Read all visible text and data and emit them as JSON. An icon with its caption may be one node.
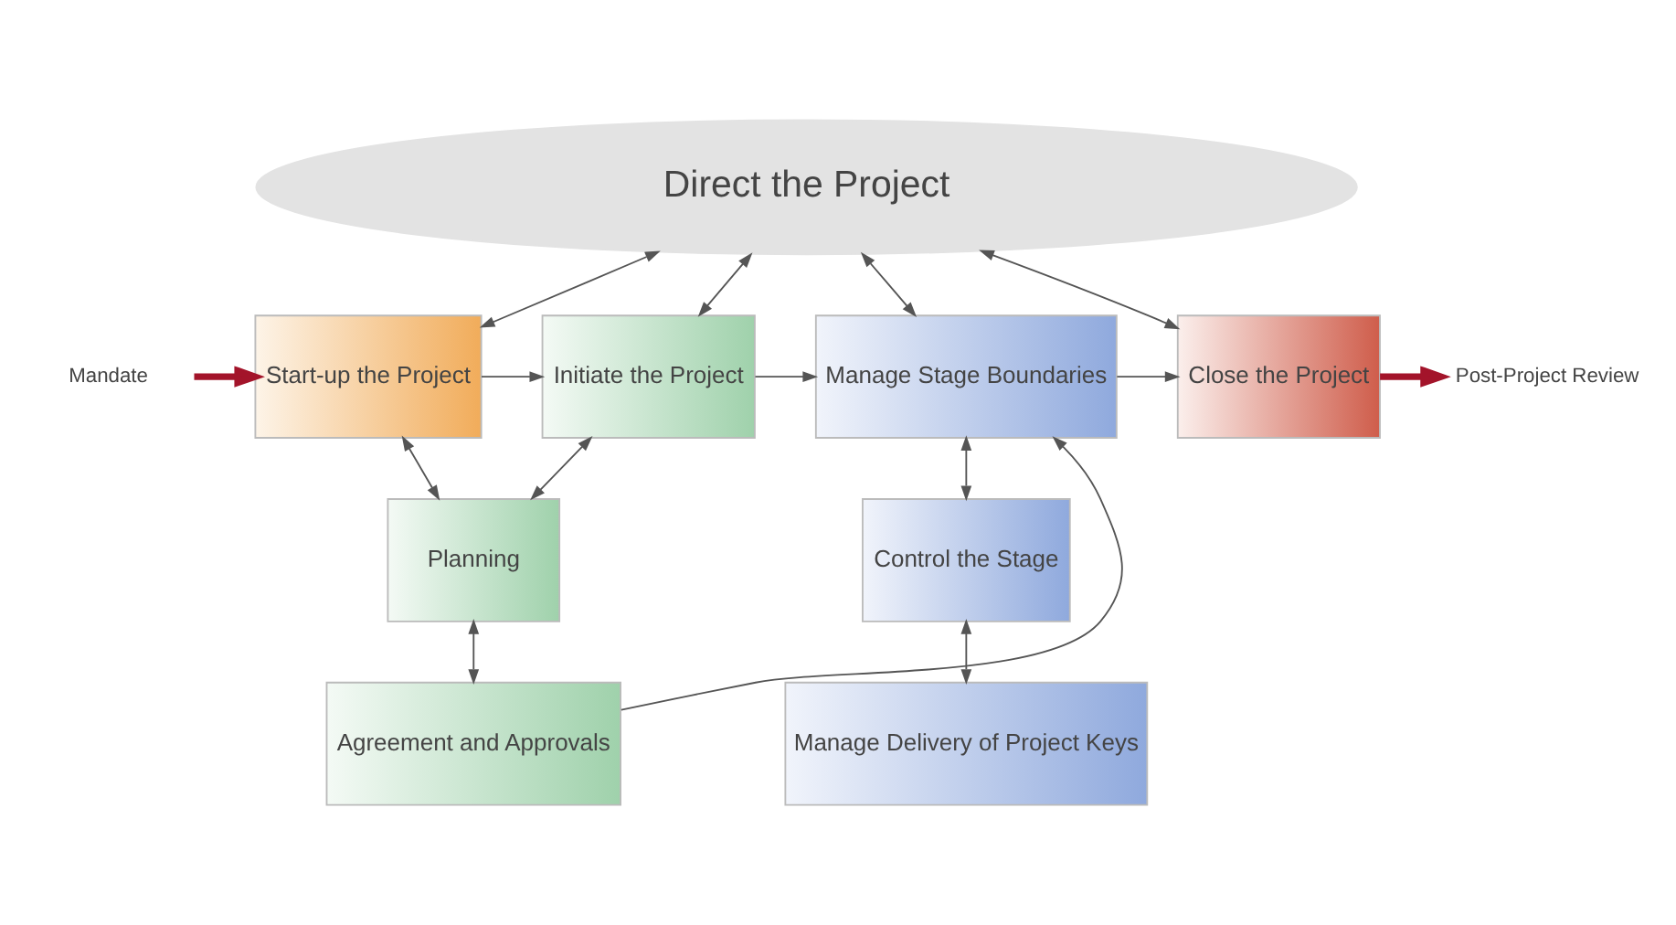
{
  "diagram": {
    "nodes": [
      {
        "text": [
          "Direct the Project"
        ]
      },
      {
        "text": [
          "Mandate"
        ]
      },
      {
        "text": [
          "Start-up the Project"
        ]
      },
      {
        "text": [
          "Initiate the Project"
        ]
      },
      {
        "text": [
          "Manage Stage Boundaries"
        ]
      },
      {
        "text": [
          "Close the Project"
        ]
      },
      {
        "text": [
          "Post-Project Review"
        ]
      },
      {
        "text": [
          "Planning"
        ]
      },
      {
        "text": [
          "Control the Stage"
        ]
      },
      {
        "text": [
          "Agreement and Approvals"
        ]
      },
      {
        "text": [
          "Manage Delivery of Project Keys"
        ]
      }
    ],
    "edges": [
      {
        "from": 0,
        "to": 2,
        "arrow": "both"
      },
      {
        "from": 0,
        "to": 3,
        "arrow": "both"
      },
      {
        "from": 0,
        "to": 4,
        "arrow": "both"
      },
      {
        "from": 0,
        "to": 5,
        "arrow": "both"
      },
      {
        "from": 1,
        "to": 2,
        "arrow": "to",
        "style": "thick",
        "color": "#a3142a"
      },
      {
        "from": 2,
        "to": 3,
        "arrow": "to"
      },
      {
        "from": 3,
        "to": 4,
        "arrow": "to"
      },
      {
        "from": 4,
        "to": 5,
        "arrow": "to"
      },
      {
        "from": 5,
        "to": 6,
        "arrow": "to",
        "style": "thick",
        "color": "#a3142a"
      },
      {
        "from": 2,
        "to": 7,
        "arrow": "both"
      },
      {
        "from": 3,
        "to": 7,
        "arrow": "both"
      },
      {
        "from": 7,
        "to": 9,
        "arrow": "both"
      },
      {
        "from": 9,
        "to": 4,
        "arrow": "to"
      },
      {
        "from": 4,
        "to": 8,
        "arrow": "both"
      },
      {
        "from": 8,
        "to": 10,
        "arrow": "both"
      }
    ]
  }
}
